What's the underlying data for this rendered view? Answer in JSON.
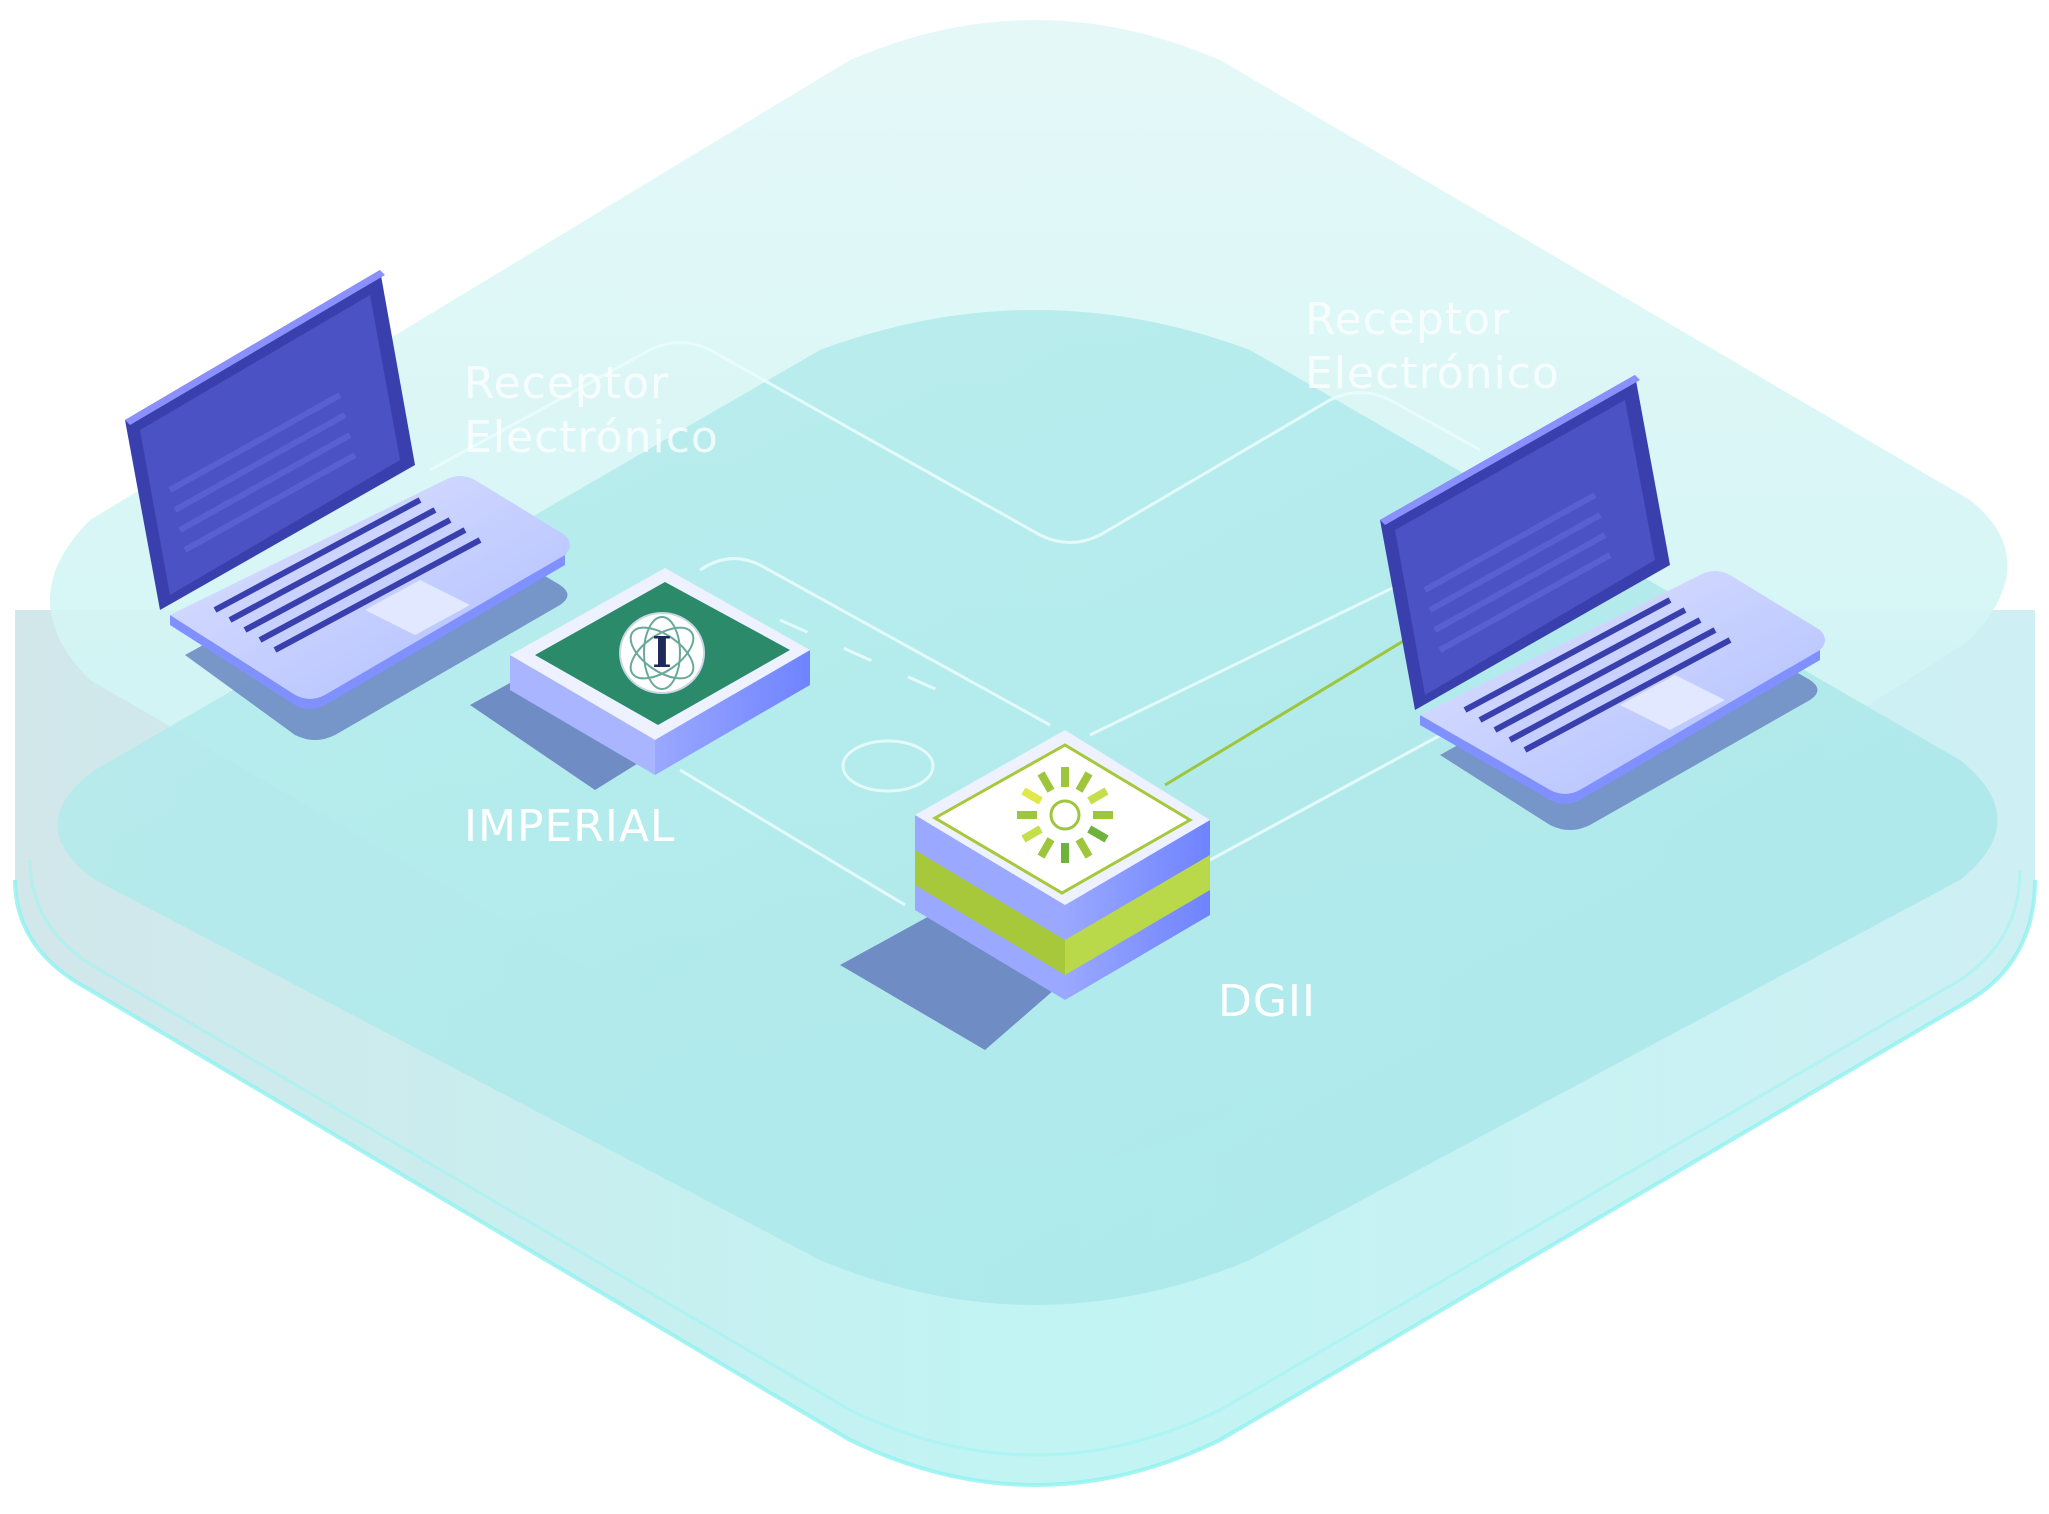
{
  "nodes": {
    "receptor_left": {
      "line1": "Receptor",
      "line2": "Electrónico"
    },
    "receptor_right": {
      "line1": "Receptor",
      "line2": "Electrónico"
    },
    "imperial": {
      "label": "IMPERIAL",
      "logo_letter": "I"
    },
    "dgii": {
      "label": "DGII"
    }
  },
  "icons": [
    "laptop-icon",
    "imperial-logo-icon",
    "dgii-sun-logo-icon"
  ],
  "colors": {
    "platform": "#b8f0f0",
    "laptop_screen": "#3a3fae",
    "laptop_body": "#c7d1ff",
    "imperial_tile": "#2a8a6a",
    "dgii_green": "#a7c83a",
    "tile_side": "#7f90ff",
    "connector_green": "#9ec63c",
    "label_text": "#ffffff"
  }
}
